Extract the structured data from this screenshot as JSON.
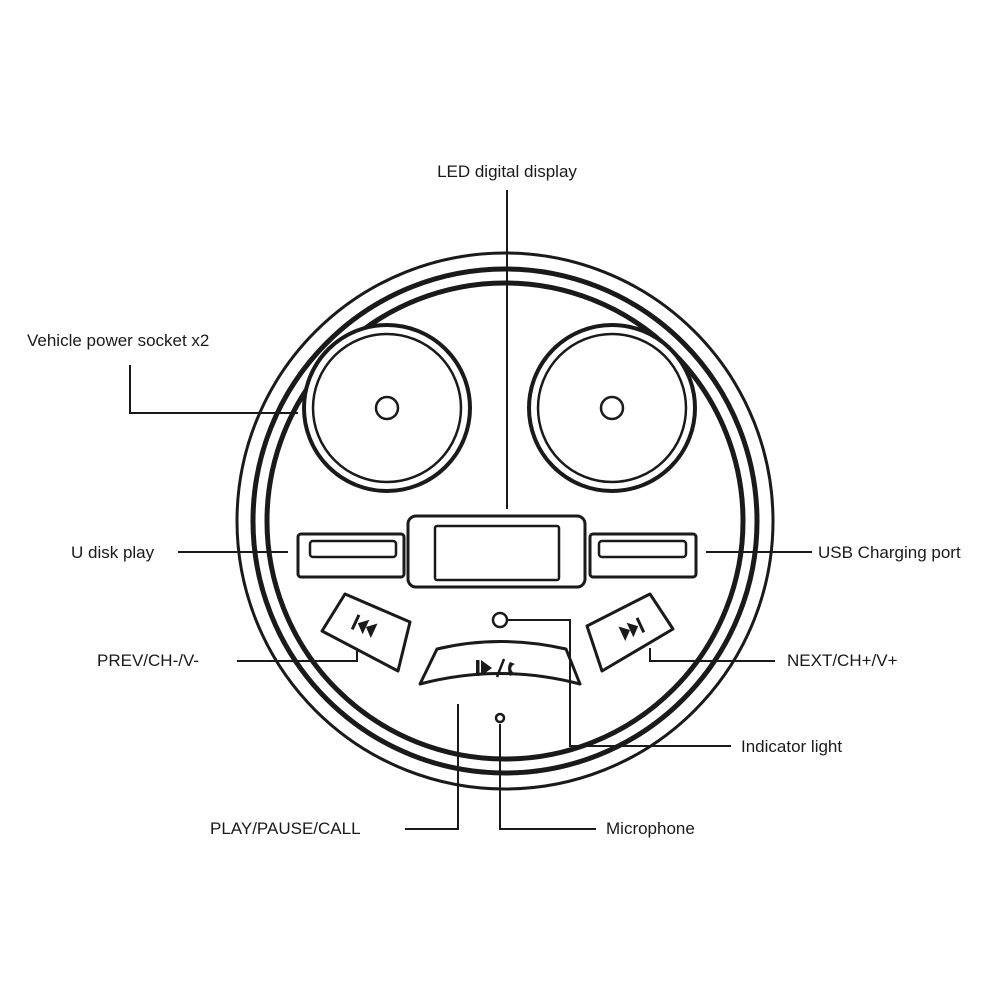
{
  "labels": {
    "led_display": "LED digital display",
    "power_socket": "Vehicle power socket x2",
    "u_disk": "U disk play",
    "usb_charging": "USB Charging port",
    "prev": "PREV/CH-/V-",
    "next": "NEXT/CH+/V+",
    "indicator": "Indicator light",
    "play_pause": "PLAY/PAUSE/CALL",
    "microphone": "Microphone"
  },
  "colors": {
    "stroke": "#1a1a1a",
    "background": "#ffffff"
  },
  "icons": {
    "prev_button": "rewind-icon",
    "next_button": "fast-forward-icon",
    "play_button": "play-pause-call-icon"
  }
}
